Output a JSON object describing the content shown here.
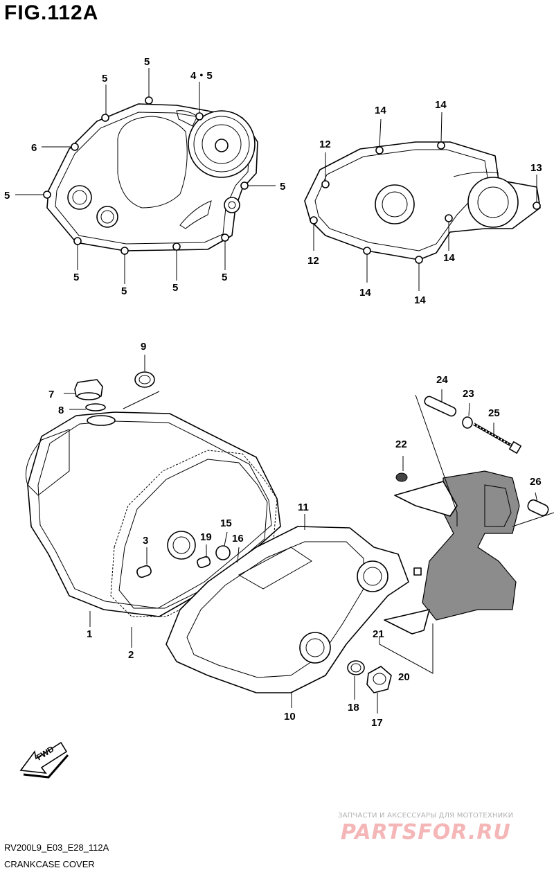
{
  "figure": {
    "title": "FIG.112A"
  },
  "callouts": {
    "c1": "1",
    "c2": "2",
    "c3": "3",
    "c45": "4・5",
    "c5a": "5",
    "c5b": "5",
    "c5c": "5",
    "c5d": "5",
    "c5e": "5",
    "c5f": "5",
    "c5g": "5",
    "c5h": "5",
    "c6": "6",
    "c7": "7",
    "c8": "8",
    "c9": "9",
    "c10": "10",
    "c11": "11",
    "c12a": "12",
    "c12b": "12",
    "c13": "13",
    "c14a": "14",
    "c14b": "14",
    "c14c": "14",
    "c14d": "14",
    "c14e": "14",
    "c15": "15",
    "c16": "16",
    "c17": "17",
    "c18": "18",
    "c19": "19",
    "c20": "20",
    "c21": "21",
    "c22": "22",
    "c23": "23",
    "c24": "24",
    "c25": "25",
    "c26": "26"
  },
  "fwd_label": "FWD",
  "footer": {
    "code": "RV200L9_E03_E28_112A",
    "name": "CRANKCASE COVER"
  },
  "watermark": {
    "tagline": "ЗАПЧАСТИ И АКСЕССУАРЫ ДЛЯ МОТОТЕХНИКИ",
    "logo": "PARTSFOR.RU"
  }
}
